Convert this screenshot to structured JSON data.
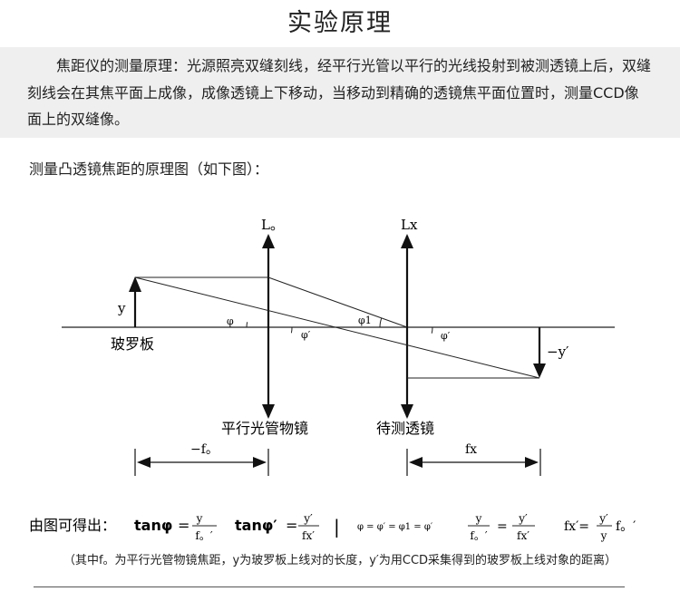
{
  "page": {
    "title": "实验原理",
    "description": "焦距仪的测量原理：光源照亮双缝刻线，经平行光管以平行的光线投射到被测透镜上后，双缝刻线会在其焦平面上成像，成像透镜上下移动，当移动到精确的透镜焦平面位置时，测量CCD像面上的双缝像。",
    "caption": "测量凸透镜焦距的原理图（如下图）："
  },
  "diagram": {
    "lens_o_label": "L。",
    "lens_x_label": "Lx",
    "object_height_label": "y",
    "image_height_label": "−y′",
    "plate_label": "玻罗板",
    "angle_phi": "φ",
    "angle_phi_prime": "φ′",
    "angle_phi1": "φ1",
    "angle_phi_prime2": "φ′",
    "collimator_label": "平行光管物镜",
    "test_lens_label": "待测透镜",
    "dim_fo_label": "−f。",
    "dim_fx_label": "fx"
  },
  "formulas": {
    "lead": "由图可得出：",
    "tan_phi": "tanφ",
    "eq1_num": "y",
    "eq1_den": "f。′",
    "tan_phi_prime": "tanφ′",
    "eq2_num": "y′",
    "eq2_den": "fx′",
    "separator": "|",
    "relation": "φ = φ′ = φ1 = φ′",
    "eq3_lhs_num": "y",
    "eq3_lhs_den": "f。′",
    "eq3_rhs_num": "y′",
    "eq3_rhs_den": "fx′",
    "eq4_lhs": "fx′=",
    "eq4_num": "y′",
    "eq4_den": "y",
    "eq4_tail": "f。′"
  },
  "note": "（其中f。为平行光管物镜焦距，y为玻罗板上线对的长度，y′为用CCD采集得到的玻罗板上线对象的距离）"
}
